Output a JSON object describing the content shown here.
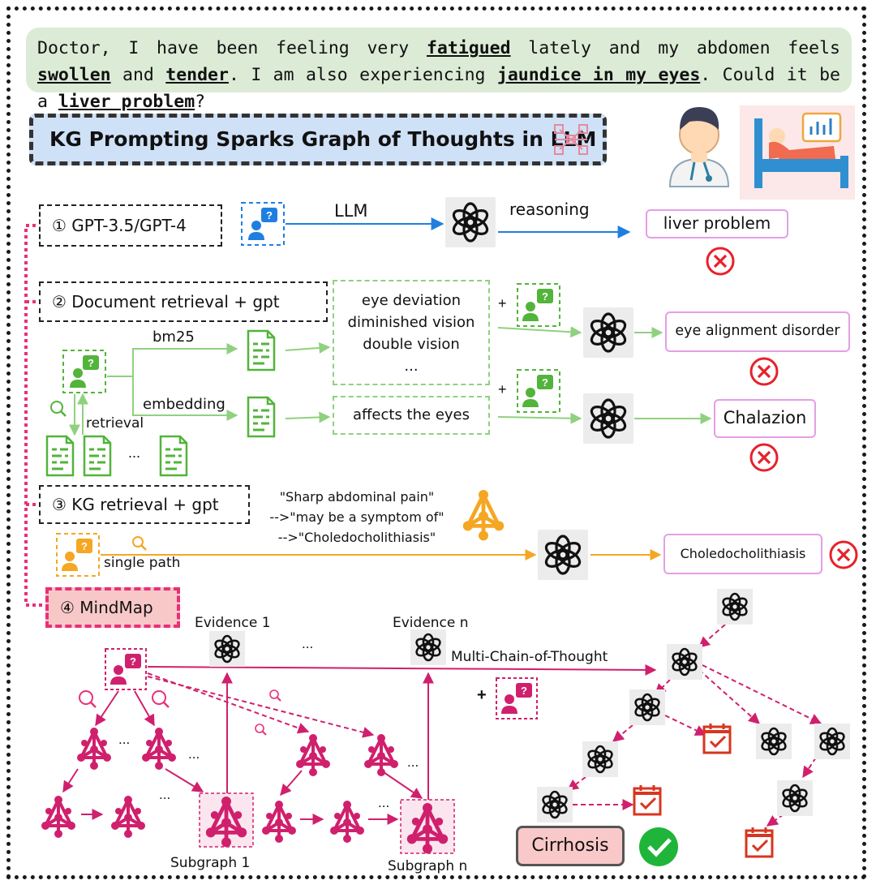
{
  "question": {
    "p1": "Doctor, I have been feeling very ",
    "h1": "fatigued",
    "p2": " lately and my abdomen feels ",
    "h2": "swollen",
    "p3": " and ",
    "h3": "tender",
    "p4": ". I am also experiencing ",
    "h4": "jaundice in my eyes",
    "p5": ". Could it be a ",
    "h5": "liver problem",
    "p6": "?"
  },
  "title": "KG Prompting Sparks Graph of Thoughts in LLM",
  "method1": {
    "label": "① GPT-3.5/GPT-4",
    "edge_llm": "LLM",
    "edge_reasoning": "reasoning",
    "result": "liver problem"
  },
  "method2": {
    "label": "② Document retrieval + gpt",
    "edge_bm25": "bm25",
    "edge_embedding": "embedding",
    "edge_retrieval": "retrieval",
    "ellipsis": "...",
    "bm25_terms": [
      "eye deviation",
      "diminished vision",
      "double vision",
      "..."
    ],
    "embedding_term": "affects the eyes",
    "plus": "+",
    "result_bm25": "eye alignment disorder",
    "result_embedding": "Chalazion"
  },
  "method3": {
    "label": "③ KG retrieval + gpt",
    "path_lines": [
      "\"Sharp abdominal pain\"",
      "-->\"may be a symptom of\"",
      "-->\"Choledocholithiasis\""
    ],
    "edge_single_path": "single path",
    "result": "Choledocholithiasis"
  },
  "method4": {
    "label": "④ MindMap",
    "evidence_1": "Evidence 1",
    "evidence_n": "Evidence n",
    "ellipsis": "...",
    "multi_chain": "Multi-Chain-of-Thought",
    "plus": "+",
    "subgraph_1": "Subgraph 1",
    "subgraph_n": "Subgraph n",
    "result": "Cirrhosis"
  },
  "colors": {
    "blue": "#1f7fe0",
    "green": "#52b43a",
    "orange": "#f5a623",
    "magenta": "#d0206d",
    "wrong": "#e8202a",
    "correct": "#1fb53a"
  },
  "icons": [
    "patient-question-icon",
    "openai-logo-icon",
    "document-icon",
    "search-icon",
    "knowledge-graph-icon",
    "wrong-cross-icon",
    "correct-check-icon",
    "calendar-check-icon",
    "doctor-icon",
    "patient-bed-icon",
    "network-icon"
  ]
}
